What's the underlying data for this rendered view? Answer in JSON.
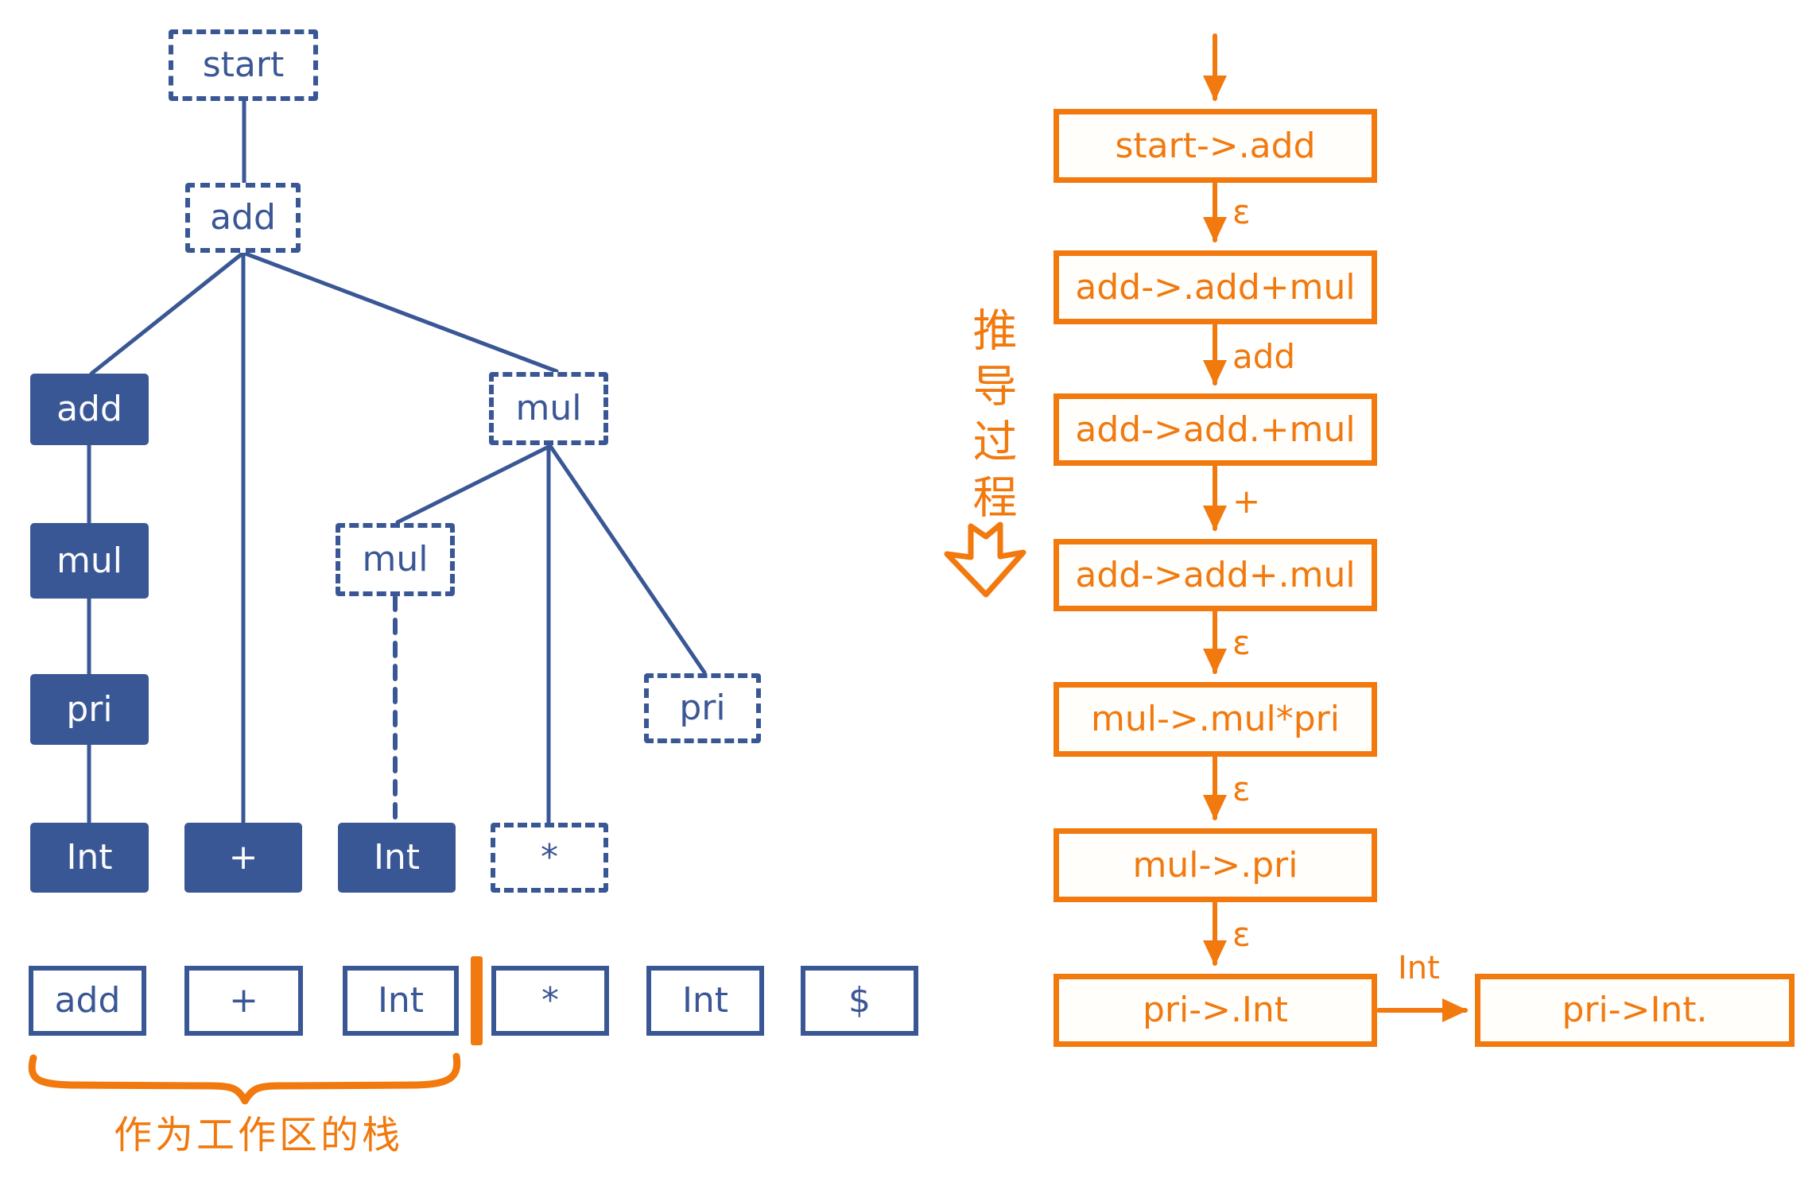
{
  "diagram": {
    "left": {
      "tree": {
        "root": "start",
        "add_root": "add",
        "stack_add": "add",
        "stack_mul": "mul",
        "stack_pri": "pri",
        "stack_int": "Int",
        "plus": "+",
        "int_mid": "Int",
        "mul_parent": "mul",
        "mul_child": "mul",
        "star": "*",
        "pri_leaf": "pri"
      },
      "input_row": [
        "add",
        "+",
        "Int",
        "*",
        "Int",
        "$"
      ],
      "stack_note": "作为工作区的栈"
    },
    "right": {
      "title_vertical": "推导过程",
      "steps": [
        "start->.add",
        "add->.add+mul",
        "add->add.+mul",
        "add->add+.mul",
        "mul->.mul*pri",
        "mul->.pri",
        "pri->.Int"
      ],
      "edge_labels": [
        "ε",
        "add",
        "+",
        "ε",
        "ε",
        "ε"
      ],
      "final_step": "pri->Int.",
      "final_edge_label": "Int"
    }
  },
  "colors": {
    "blue": "#3a5795",
    "orange": "#f1790e"
  }
}
